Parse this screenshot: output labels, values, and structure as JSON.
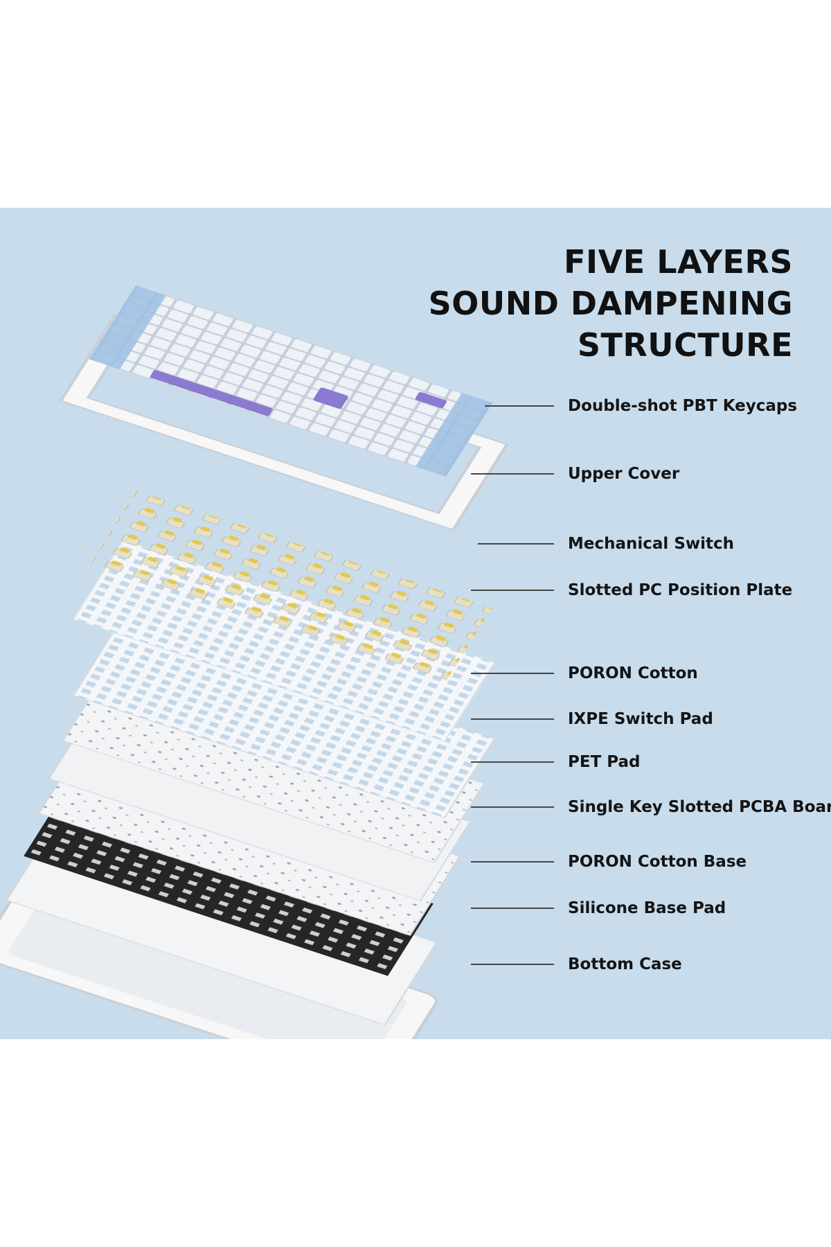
{
  "colors": {
    "background": "#c8dcec",
    "text": "#141414",
    "keycap_white": "#eef1f6",
    "keycap_blue": "#9cc0e2",
    "keycap_purple": "#8a7ad0",
    "switch_yellow": "#e6c84a",
    "frame_white": "#f7f7f7",
    "pad_black": "#262626",
    "leader_line": "#454545"
  },
  "title": {
    "lines": [
      "FIVE LAYERS",
      "SOUND DAMPENING",
      "STRUCTURE"
    ]
  },
  "layers": [
    {
      "label": "Double-shot PBT Keycaps",
      "icon": "keycaps-layer"
    },
    {
      "label": "Upper Cover",
      "icon": "frame-layer"
    },
    {
      "label": "Mechanical Switch",
      "icon": "switch-layer"
    },
    {
      "label": "Slotted PC Position Plate",
      "icon": "plate-layer"
    },
    {
      "label": "PORON Cotton",
      "icon": "foam-layer"
    },
    {
      "label": "IXPE Switch Pad",
      "icon": "foam-layer"
    },
    {
      "label": "PET Pad",
      "icon": "sheet-layer"
    },
    {
      "label": "Single Key Slotted PCBA Board",
      "icon": "pcb-layer"
    },
    {
      "label": "PORON Cotton Base",
      "icon": "foam-layer"
    },
    {
      "label": "Silicone Base Pad",
      "icon": "sheet-layer"
    },
    {
      "label": "Bottom Case",
      "icon": "case-layer"
    }
  ]
}
